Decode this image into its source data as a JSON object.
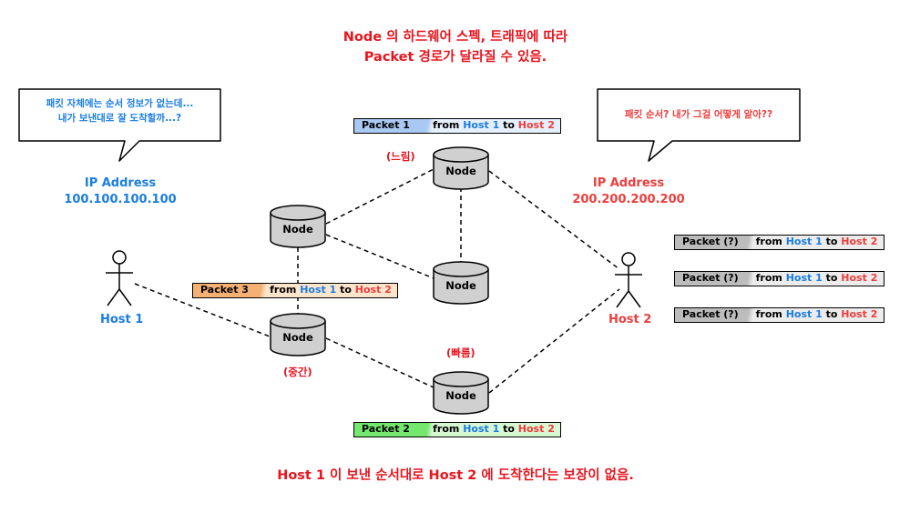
{
  "title": {
    "line1": "Node 의 하드웨어 스펙, 트래픽에 따라",
    "line2": "Packet 경로가 달라질 수 있음."
  },
  "footer": "Host 1 이 보낸 순서대로 Host 2 에 도착한다는 보장이 없음.",
  "host1": {
    "label": "Host 1",
    "ip_label": "IP Address",
    "ip": "100.100.100.100",
    "bubble_line1": "패킷 자체에는 순서 정보가 없는데...",
    "bubble_line2": "내가 보낸대로 잘 도착할까...?"
  },
  "host2": {
    "label": "Host 2",
    "ip_label": "IP Address",
    "ip": "200.200.200.200",
    "bubble": "패킷 순서? 내가 그걸 어떻게 알아??"
  },
  "node_label": "Node",
  "speeds": {
    "slow": "(느림)",
    "fast": "(빠름)",
    "mid": "(중간)"
  },
  "packet_common": {
    "from": "from",
    "to": "to",
    "src": "Host 1",
    "dst": "Host 2"
  },
  "packets": [
    {
      "id": "Packet 1"
    },
    {
      "id": "Packet 2"
    },
    {
      "id": "Packet 3"
    }
  ],
  "received": [
    {
      "id": "Packet (?)"
    },
    {
      "id": "Packet (?)"
    },
    {
      "id": "Packet (?)"
    }
  ],
  "colors": {
    "packet1": "#a9c8f2",
    "packet1_light": "#e6f0fc",
    "packet2": "#74e86e",
    "packet2_light": "#d8f8d3",
    "packet3": "#f5b073",
    "packet3_light": "#fde5cc",
    "unknown": "#bcbcbc",
    "unknown_light": "#ececec",
    "node_fill": "#d0d0d0",
    "host1_color": "#1a7de3",
    "host2_color": "#ee3d3d"
  }
}
